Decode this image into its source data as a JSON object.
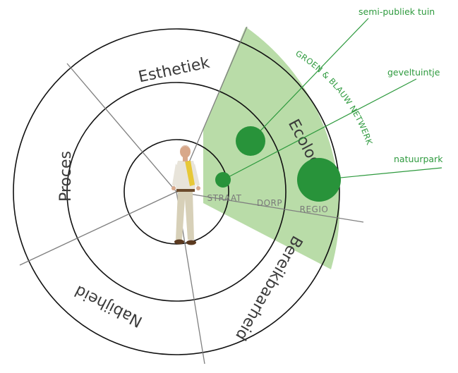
{
  "sectors": {
    "esthetiek": "Esthetiek",
    "ecologie": "Ecologie",
    "proces": "Proces",
    "nabijheid": "Nabijheid",
    "bereikbaarheid": "Bereikbaarheid"
  },
  "scale": {
    "straat": "STRAAT",
    "dorp": "DORP",
    "regio": "REGIO"
  },
  "network_label": "GROEN & BLAUW NETWERK",
  "callouts": {
    "semi_publiek_tuin": "semi-publiek tuin",
    "geveltuintje": "geveltuintje",
    "natuurpark": "natuurpark"
  },
  "colors": {
    "ring": "#111111",
    "spoke": "#7f7f7f",
    "sector_fill": "#b9dca8",
    "dot": "#28933a",
    "callout_text": "#2e9a3e"
  },
  "figure_icon": "standing-man-photo"
}
